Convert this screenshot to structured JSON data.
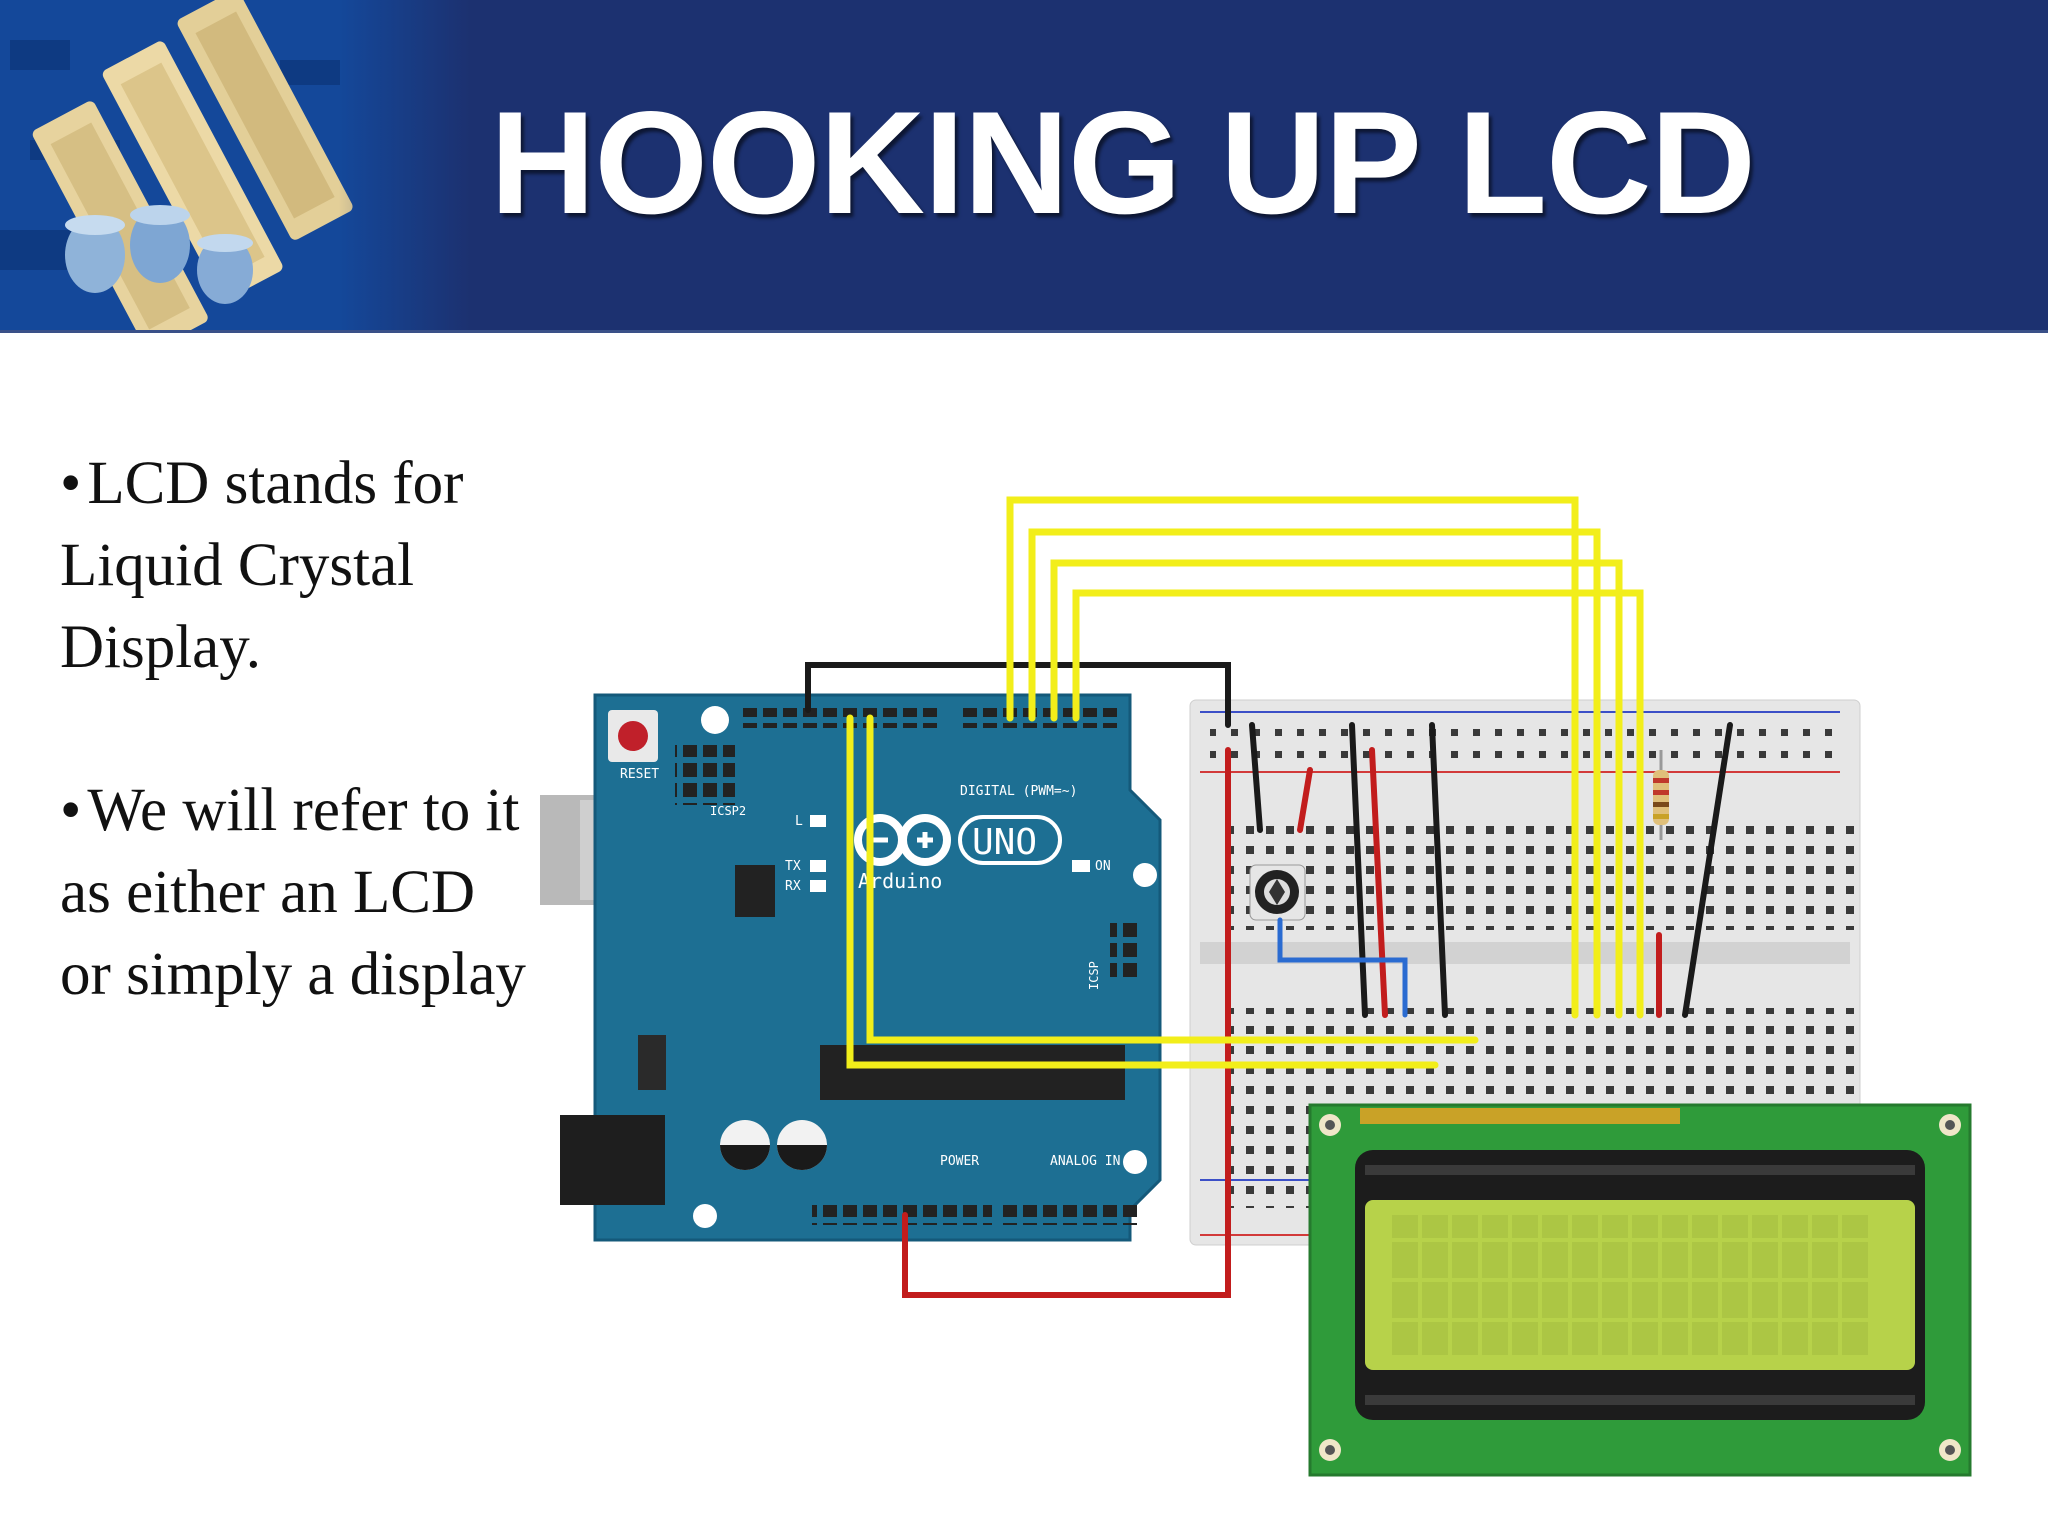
{
  "slide": {
    "title": "HOOKING UP LCD",
    "bullets": [
      {
        "marker": "•",
        "text": "LCD stands for Liquid Crystal Display."
      },
      {
        "marker": "•",
        "text": "We will refer to it as either an LCD or simply a display"
      }
    ]
  },
  "board": {
    "logo_text": "UNO",
    "brand": "Arduino",
    "reset_label": "RESET",
    "icsp2_label": "ICSP2",
    "icsp_label": "ICSP",
    "digital_label": "DIGITAL (PWM=~)",
    "power_label": "POWER",
    "analog_label": "ANALOG IN",
    "led_labels": [
      "L",
      "TX",
      "RX",
      "ON"
    ]
  },
  "colors": {
    "header": "#1c3170",
    "board": "#1d6f93",
    "wire_signal": "#f2ee1a",
    "wire_ground": "#1a1a1a",
    "wire_power": "#c21d1d",
    "wire_contrast": "#2a6bd1",
    "lcd_pcb": "#2f9b3a",
    "lcd_screen": "#b7d24a"
  }
}
